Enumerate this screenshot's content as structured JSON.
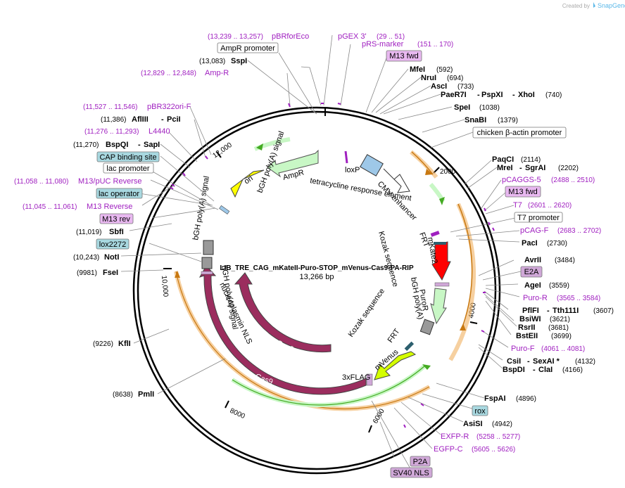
{
  "credit": {
    "text": "Created by",
    "brand": "SnapGene"
  },
  "map": {
    "name": "LIB_TRE_CAG_mKateII-Puro-STOP_mVenus-Cas9-PA-RIP",
    "size": "13,266 bp",
    "ticks": [
      "2000",
      "4000",
      "6000",
      "8000",
      "10,000",
      "12,000"
    ]
  },
  "sites": [
    {
      "name": "SspI",
      "pos": "(13,083)"
    },
    {
      "name": "MfeI",
      "pos": "(592)"
    },
    {
      "name": "NruI",
      "pos": "(694)"
    },
    {
      "name": "AscI",
      "pos": "(733)"
    },
    {
      "name": "PaeR7I",
      "pos": "PspXI",
      "pos2": "XhoI",
      "pos3": "(740)"
    },
    {
      "name": "SpeI",
      "pos": "(1038)"
    },
    {
      "name": "SnaBI",
      "pos": "(1379)"
    },
    {
      "name": "PaqCI",
      "pos": "(2114)"
    },
    {
      "name": "MreI",
      "pos": "SgrAI",
      "pos3": "(2202)"
    },
    {
      "name": "PacI",
      "pos": "(2730)"
    },
    {
      "name": "AvrII",
      "pos": "(3484)"
    },
    {
      "name": "AgeI",
      "pos": "(3559)"
    },
    {
      "name": "PflFI",
      "pos": "Tth111I",
      "pos3": "(3607)"
    },
    {
      "name": "BsiWI",
      "pos": "(3621)"
    },
    {
      "name": "RsrII",
      "pos": "(3681)"
    },
    {
      "name": "BstEII",
      "pos": "(3699)"
    },
    {
      "name": "CsiI",
      "pos": "SexAI *",
      "pos3": "(4132)"
    },
    {
      "name": "BspDI",
      "pos": "ClaI",
      "pos3": "(4166)"
    },
    {
      "name": "FspAI",
      "pos": "(4896)"
    },
    {
      "name": "AsiSI",
      "pos": "(4942)"
    },
    {
      "name": "PmlI",
      "pos": "(8638)"
    },
    {
      "name": "KflI",
      "pos": "(9226)"
    },
    {
      "name": "FseI",
      "pos": "(9981)"
    },
    {
      "name": "NotI",
      "pos": "(10,243)"
    },
    {
      "name": "SbfI",
      "pos": "(11,019)"
    },
    {
      "name": "BspQI",
      "pos": "SapI",
      "pos3": "(11,270)"
    },
    {
      "name": "AflIII",
      "pos": "PciI",
      "pos3": "(11,386)"
    }
  ],
  "primers": [
    {
      "name": "pBRforEco",
      "range": "(13,239 .. 13,257)"
    },
    {
      "name": "pGEX 3'",
      "range": "(29 .. 51)"
    },
    {
      "name": "pRS-marker",
      "range": "(151 .. 170)"
    },
    {
      "name": "Amp-R",
      "range": "(12,829 .. 12,848)"
    },
    {
      "name": "pBR322ori-F",
      "range": "(11,527 .. 11,546)"
    },
    {
      "name": "L4440",
      "range": "(11,276 .. 11,293)"
    },
    {
      "name": "M13/pUC Reverse",
      "range": "(11,058 .. 11,080)"
    },
    {
      "name": "M13 Reverse",
      "range": "(11,045 .. 11,061)"
    },
    {
      "name": "pCAGGS-5",
      "range": "(2488 .. 2510)"
    },
    {
      "name": "T7",
      "range": "(2601 .. 2620)"
    },
    {
      "name": "pCAG-F",
      "range": "(2683 .. 2702)"
    },
    {
      "name": "Puro-R",
      "range": "(3565 .. 3584)"
    },
    {
      "name": "Puro-F",
      "range": "(4061 .. 4081)"
    },
    {
      "name": "EXFP-R",
      "range": "(5258 .. 5277)"
    },
    {
      "name": "EGFP-C",
      "range": "(5605 .. 5626)"
    }
  ],
  "boxes": {
    "ampr_promoter": "AmpR promoter",
    "m13_fwd_top": "M13 fwd",
    "cba_promoter": "chicken β-actin promoter",
    "cap_site": "CAP binding site",
    "lac_promoter": "lac promoter",
    "lac_operator": "lac operator",
    "m13_rev": "M13 rev",
    "lox2272": "lox2272",
    "m13_fwd_right": "M13 fwd",
    "t7_promoter": "T7 promoter",
    "e2a": "E2A",
    "rox": "rox",
    "p2a": "P2A",
    "sv40_nls": "SV40 NLS"
  },
  "features": {
    "ampr": "AmpR",
    "ori": "ori",
    "loxp": "loxP",
    "tre": "tetracycline response element",
    "cmv": "CMV enhancer",
    "frt1": "FRT",
    "mkate2": "mKate2",
    "kozak1": "Kozak sequence",
    "bgh1": "bGH poly(A) signal",
    "bgh2": "bGH poly(A) signal",
    "puror": "PuroR",
    "bgh3": "bGH poly(A)",
    "kozak2": "Kozak sequence",
    "frt2": "FRT",
    "mvenus": "mVenus",
    "flag": "3xFLAG",
    "cas9a": "Cas9",
    "cas9b": "Cas9",
    "nuc_nls": "nucleoplasmin NLS",
    "bgh_left": "bGH poly(A) signal"
  },
  "colors": {
    "primer": "#a020c0",
    "ampr": "#c8f7c5",
    "ori": "#ffff00",
    "mkate2": "#ff0000",
    "puror": "#c8f7c5",
    "mvenus": "#d4ff00",
    "cas9": "#9b2d5e",
    "promoter_arc": "#f0b060",
    "green_arrow": "#44aa22"
  }
}
